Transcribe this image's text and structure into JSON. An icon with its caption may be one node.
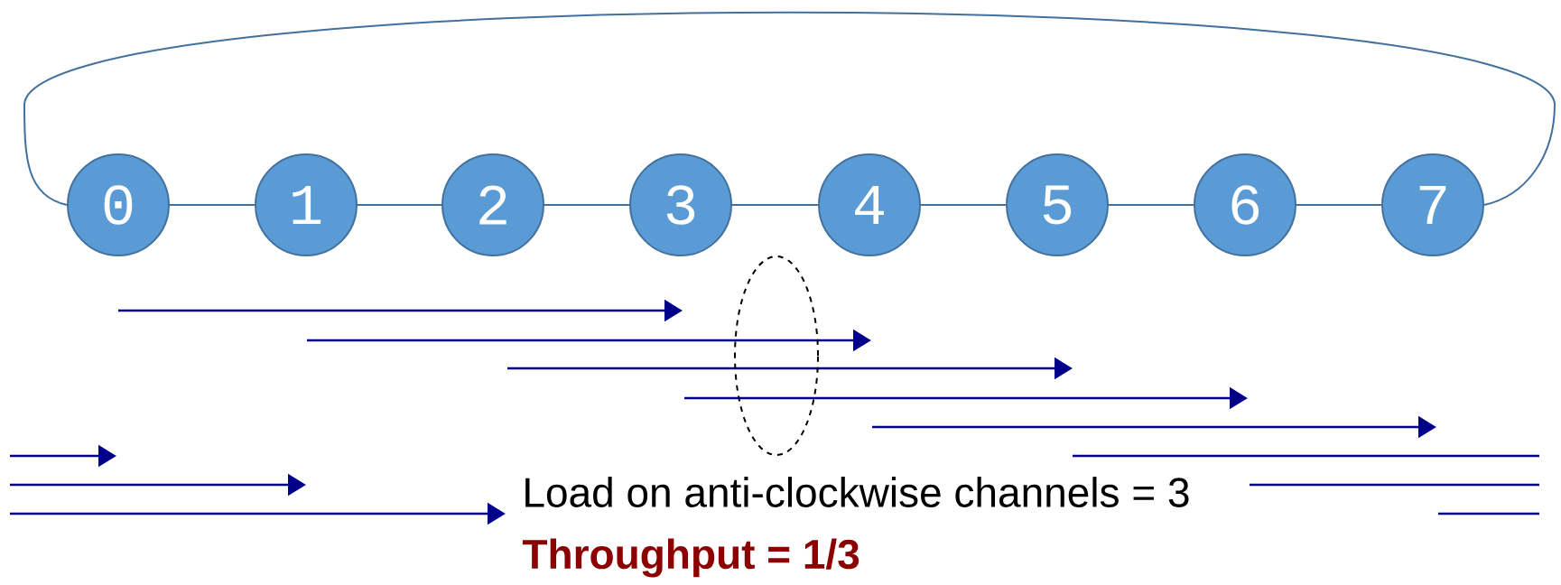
{
  "diagram": {
    "nodes": [
      {
        "text": [
          "0"
        ]
      },
      {
        "text": [
          "1"
        ]
      },
      {
        "text": [
          "2"
        ]
      },
      {
        "text": [
          "3"
        ]
      },
      {
        "text": [
          "4"
        ]
      },
      {
        "text": [
          "5"
        ]
      },
      {
        "text": [
          "6"
        ]
      },
      {
        "text": [
          "7"
        ]
      },
      {
        "text": [],
        "shape": "ellipse"
      }
    ],
    "edges": [
      {
        "from": 0,
        "to": 1,
        "arrow": "none"
      },
      {
        "from": 1,
        "to": 2,
        "arrow": "none"
      },
      {
        "from": 2,
        "to": 3,
        "arrow": "none"
      },
      {
        "from": 3,
        "to": 4,
        "arrow": "none"
      },
      {
        "from": 4,
        "to": 5,
        "arrow": "none"
      },
      {
        "from": 5,
        "to": 6,
        "arrow": "none"
      },
      {
        "from": 6,
        "to": 7,
        "arrow": "none"
      },
      {
        "from": 7,
        "to": 0,
        "arrow": "none"
      }
    ],
    "labels": [
      "Load on anti-clockwise channels = 3",
      "Throughput = 1/3"
    ]
  }
}
